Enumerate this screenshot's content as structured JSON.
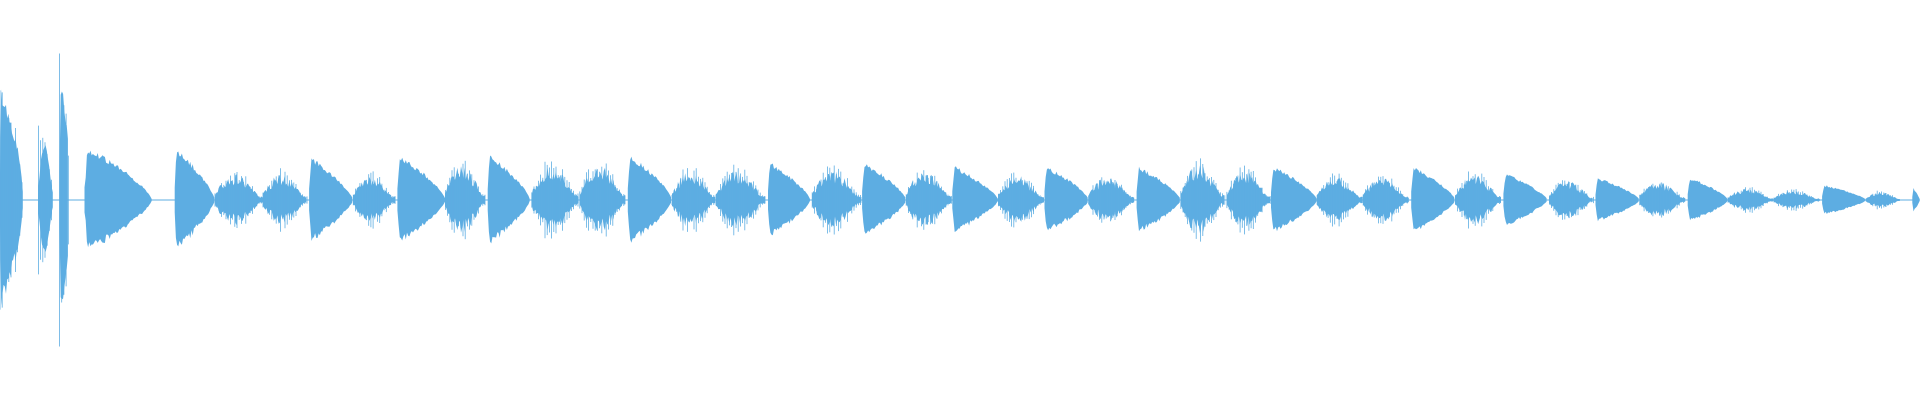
{
  "waveform": {
    "color": "#5DADE2",
    "background": "#FFFFFF",
    "segments": [
      {
        "start": 0.0,
        "end": 0.012,
        "peak": 0.58,
        "decay": 0.55,
        "attack": "strong"
      },
      {
        "start": 0.02,
        "end": 0.028,
        "peak": 0.35,
        "decay": 0.6,
        "attack": "soft"
      },
      {
        "start": 0.031,
        "end": 0.036,
        "peak": 0.62,
        "decay": 0.3,
        "attack": "strong"
      },
      {
        "start": 0.044,
        "end": 0.079,
        "peak": 0.28,
        "decay": 0.7,
        "attack": "strong"
      },
      {
        "start": 0.091,
        "end": 0.112,
        "peak": 0.28,
        "decay": 0.75,
        "attack": "strong"
      },
      {
        "start": 0.112,
        "end": 0.137,
        "peak": 0.16,
        "decay": 0.65,
        "attack": "fuzzy"
      },
      {
        "start": 0.137,
        "end": 0.16,
        "peak": 0.16,
        "decay": 0.7,
        "attack": "fuzzy"
      },
      {
        "start": 0.161,
        "end": 0.184,
        "peak": 0.23,
        "decay": 0.75,
        "attack": "strong"
      },
      {
        "start": 0.184,
        "end": 0.206,
        "peak": 0.15,
        "decay": 0.65,
        "attack": "fuzzy"
      },
      {
        "start": 0.207,
        "end": 0.232,
        "peak": 0.24,
        "decay": 0.7,
        "attack": "strong"
      },
      {
        "start": 0.232,
        "end": 0.253,
        "peak": 0.22,
        "decay": 0.7,
        "attack": "fuzzy"
      },
      {
        "start": 0.254,
        "end": 0.276,
        "peak": 0.24,
        "decay": 0.7,
        "attack": "strong"
      },
      {
        "start": 0.277,
        "end": 0.302,
        "peak": 0.22,
        "decay": 0.72,
        "attack": "fuzzy"
      },
      {
        "start": 0.302,
        "end": 0.326,
        "peak": 0.22,
        "decay": 0.65,
        "attack": "fuzzy"
      },
      {
        "start": 0.327,
        "end": 0.35,
        "peak": 0.24,
        "decay": 0.7,
        "attack": "strong"
      },
      {
        "start": 0.35,
        "end": 0.373,
        "peak": 0.18,
        "decay": 0.7,
        "attack": "fuzzy"
      },
      {
        "start": 0.373,
        "end": 0.399,
        "peak": 0.18,
        "decay": 0.7,
        "attack": "fuzzy"
      },
      {
        "start": 0.4,
        "end": 0.422,
        "peak": 0.2,
        "decay": 0.7,
        "attack": "strong"
      },
      {
        "start": 0.423,
        "end": 0.449,
        "peak": 0.18,
        "decay": 0.7,
        "attack": "fuzzy"
      },
      {
        "start": 0.449,
        "end": 0.472,
        "peak": 0.2,
        "decay": 0.7,
        "attack": "strong"
      },
      {
        "start": 0.472,
        "end": 0.496,
        "peak": 0.18,
        "decay": 0.7,
        "attack": "fuzzy"
      },
      {
        "start": 0.496,
        "end": 0.52,
        "peak": 0.18,
        "decay": 0.72,
        "attack": "strong"
      },
      {
        "start": 0.52,
        "end": 0.544,
        "peak": 0.15,
        "decay": 0.65,
        "attack": "fuzzy"
      },
      {
        "start": 0.544,
        "end": 0.567,
        "peak": 0.18,
        "decay": 0.7,
        "attack": "strong"
      },
      {
        "start": 0.567,
        "end": 0.591,
        "peak": 0.14,
        "decay": 0.65,
        "attack": "fuzzy"
      },
      {
        "start": 0.592,
        "end": 0.615,
        "peak": 0.18,
        "decay": 0.72,
        "attack": "strong"
      },
      {
        "start": 0.615,
        "end": 0.638,
        "peak": 0.22,
        "decay": 0.7,
        "attack": "fuzzy"
      },
      {
        "start": 0.639,
        "end": 0.662,
        "peak": 0.18,
        "decay": 0.72,
        "attack": "fuzzy"
      },
      {
        "start": 0.662,
        "end": 0.686,
        "peak": 0.18,
        "decay": 0.7,
        "attack": "strong"
      },
      {
        "start": 0.686,
        "end": 0.71,
        "peak": 0.14,
        "decay": 0.65,
        "attack": "fuzzy"
      },
      {
        "start": 0.71,
        "end": 0.734,
        "peak": 0.14,
        "decay": 0.65,
        "attack": "fuzzy"
      },
      {
        "start": 0.735,
        "end": 0.758,
        "peak": 0.18,
        "decay": 0.72,
        "attack": "strong"
      },
      {
        "start": 0.758,
        "end": 0.782,
        "peak": 0.16,
        "decay": 0.68,
        "attack": "fuzzy"
      },
      {
        "start": 0.783,
        "end": 0.806,
        "peak": 0.14,
        "decay": 0.7,
        "attack": "strong"
      },
      {
        "start": 0.807,
        "end": 0.83,
        "peak": 0.12,
        "decay": 0.65,
        "attack": "fuzzy"
      },
      {
        "start": 0.831,
        "end": 0.854,
        "peak": 0.12,
        "decay": 0.7,
        "attack": "strong"
      },
      {
        "start": 0.854,
        "end": 0.878,
        "peak": 0.11,
        "decay": 0.7,
        "attack": "fuzzy"
      },
      {
        "start": 0.879,
        "end": 0.9,
        "peak": 0.12,
        "decay": 0.7,
        "attack": "strong"
      },
      {
        "start": 0.9,
        "end": 0.924,
        "peak": 0.07,
        "decay": 0.7,
        "attack": "fuzzy"
      },
      {
        "start": 0.924,
        "end": 0.948,
        "peak": 0.06,
        "decay": 0.7,
        "attack": "fuzzy"
      },
      {
        "start": 0.949,
        "end": 0.972,
        "peak": 0.08,
        "decay": 0.7,
        "attack": "strong"
      },
      {
        "start": 0.972,
        "end": 0.99,
        "peak": 0.05,
        "decay": 0.75,
        "attack": "fuzzy"
      },
      {
        "start": 0.996,
        "end": 1.0,
        "peak": 0.07,
        "decay": 0.8,
        "attack": "strong"
      }
    ]
  }
}
